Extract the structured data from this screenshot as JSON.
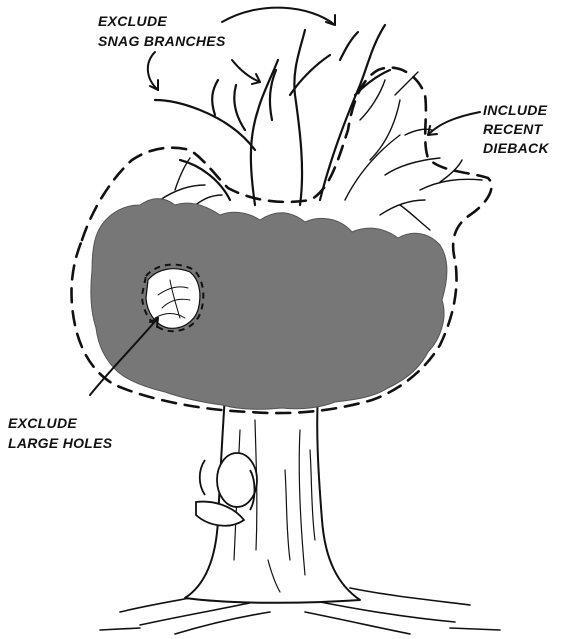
{
  "labels": {
    "snag": [
      "EXCLUDE",
      "SNAG BRANCHES"
    ],
    "dieback": [
      "INCLUDE",
      "RECENT",
      "DIEBACK"
    ],
    "holes": [
      "EXCLUDE",
      "LARGE HOLES"
    ]
  },
  "colors": {
    "canopy_fill": "#777777",
    "ink": "#111111",
    "background": "#ffffff"
  }
}
